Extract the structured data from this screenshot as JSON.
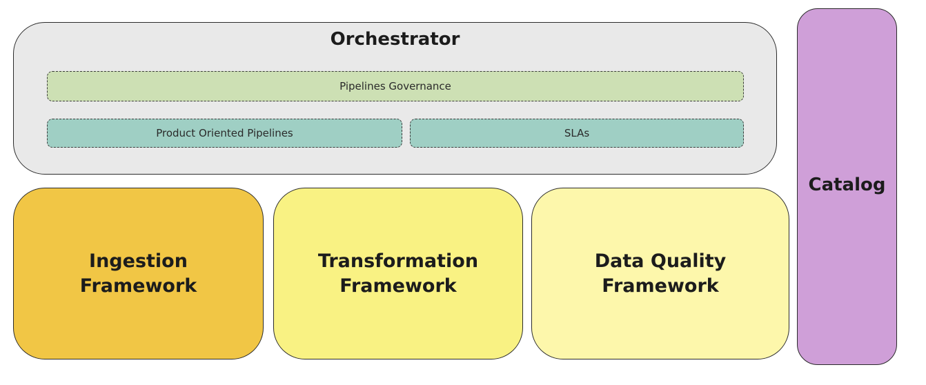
{
  "orchestrator": {
    "title": "Orchestrator",
    "governance": "Pipelines Governance",
    "product_pipelines": "Product Oriented Pipelines",
    "slas": "SLAs"
  },
  "frameworks": {
    "ingestion": {
      "line1": "Ingestion",
      "line2": "Framework"
    },
    "transformation": {
      "line1": "Transformation",
      "line2": "Framework"
    },
    "data_quality": {
      "line1": "Data Quality",
      "line2": "Framework"
    }
  },
  "catalog": {
    "label": "Catalog"
  },
  "colors": {
    "orchestrator_bg": "#e9e9e9",
    "governance_bg": "#cde0b4",
    "pipelines_bg": "#9fcfc4",
    "ingestion_bg": "#f1c645",
    "transformation_bg": "#f9f283",
    "data_quality_bg": "#fdf7ab",
    "catalog_bg": "#cf9fd8"
  }
}
